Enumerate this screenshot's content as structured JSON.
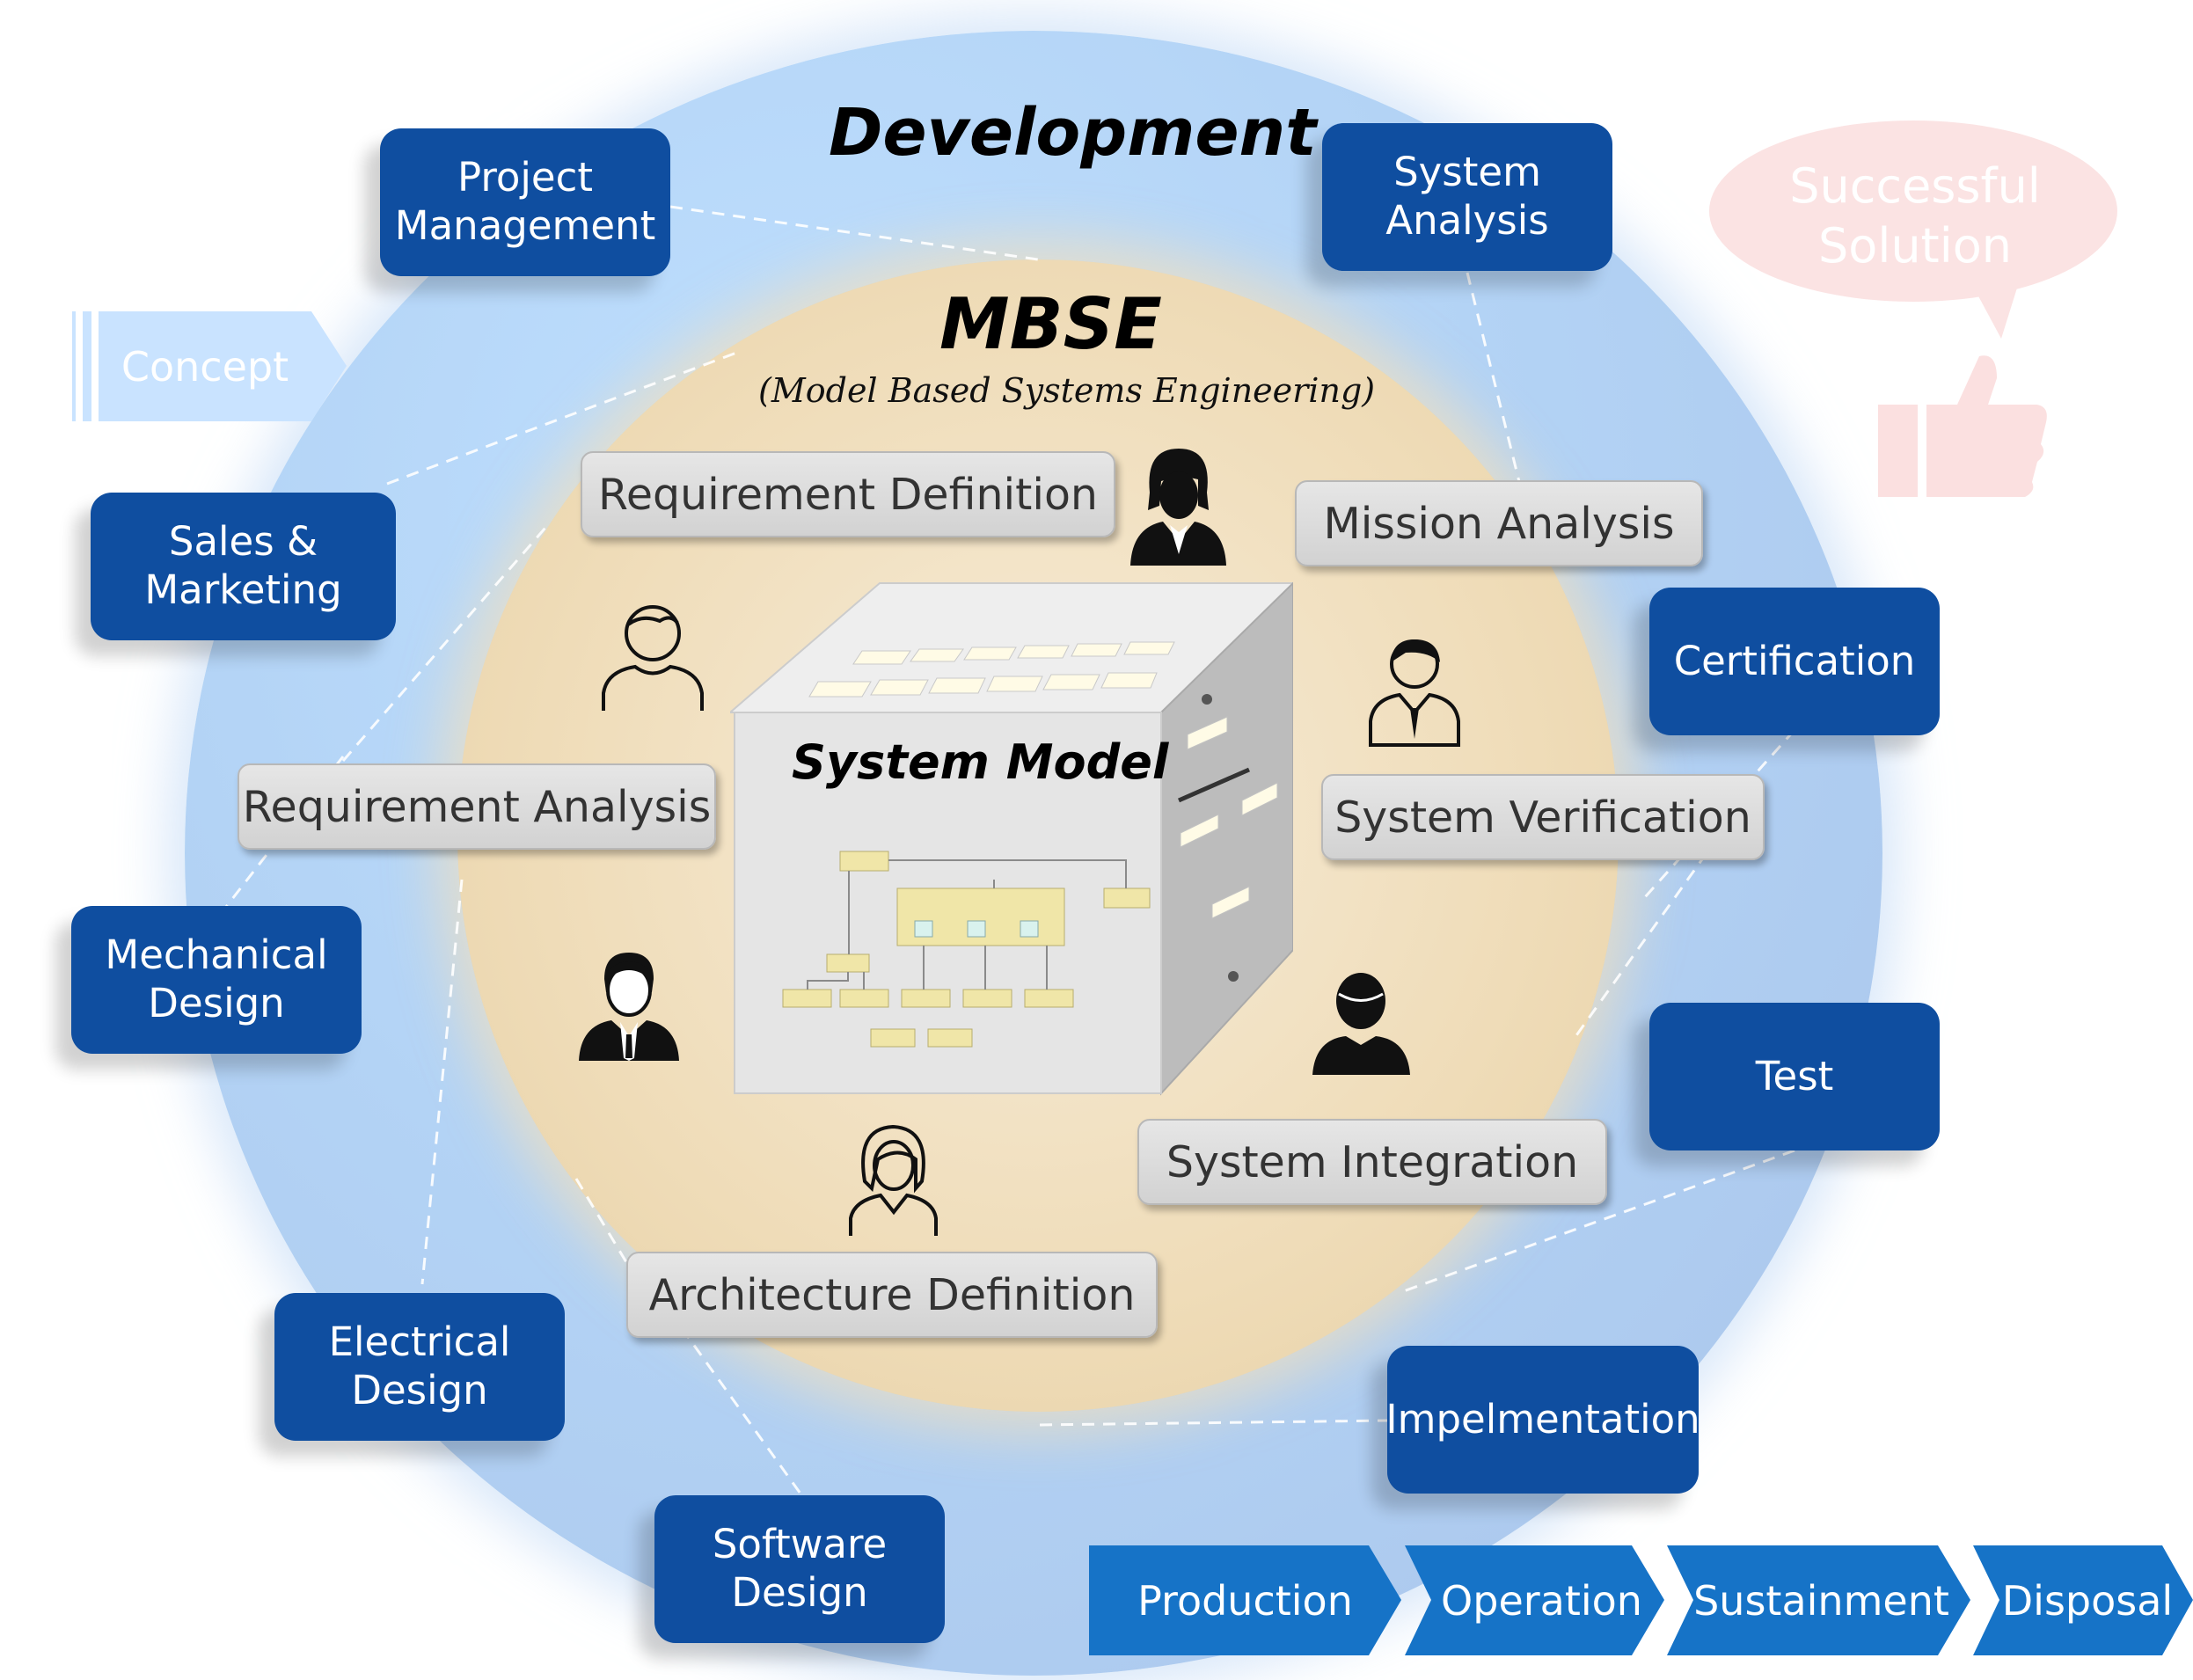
{
  "titles": {
    "development": "Development",
    "mbse": "MBSE",
    "mbse_subtitle": "(Model Based Systems Engineering)",
    "system_model": "System Model"
  },
  "development_activities": {
    "project_management": "Project\nManagement",
    "system_analysis": "System\nAnalysis",
    "sales_marketing": "Sales &\nMarketing",
    "certification": "Certification",
    "mechanical_design": "Mechanical\nDesign",
    "test": "Test",
    "electrical_design": "Electrical\nDesign",
    "implementation": "Impelmentation",
    "software_design": "Software\nDesign"
  },
  "mbse_processes": {
    "requirement_definition": "Requirement Definition",
    "mission_analysis": "Mission Analysis",
    "requirement_analysis": "Requirement Analysis",
    "system_verification": "System Verification",
    "system_integration": "System Integration",
    "architecture_definition": "Architecture Definition"
  },
  "lifecycle": {
    "concept": "Concept",
    "production": "Production",
    "operation": "Operation",
    "sustainment": "Sustainment",
    "disposal": "Disposal"
  },
  "callout": {
    "text": "Successful\nSolution",
    "icon": "thumbs-up-icon"
  },
  "colors": {
    "dark_blue": "#0f4ea0",
    "phase_blue": "#1673c7",
    "light_blue": "#b3d3f5",
    "beige": "#efdcb8",
    "process_gray": "#dddddd",
    "callout_pink": "#fbe3e3"
  }
}
